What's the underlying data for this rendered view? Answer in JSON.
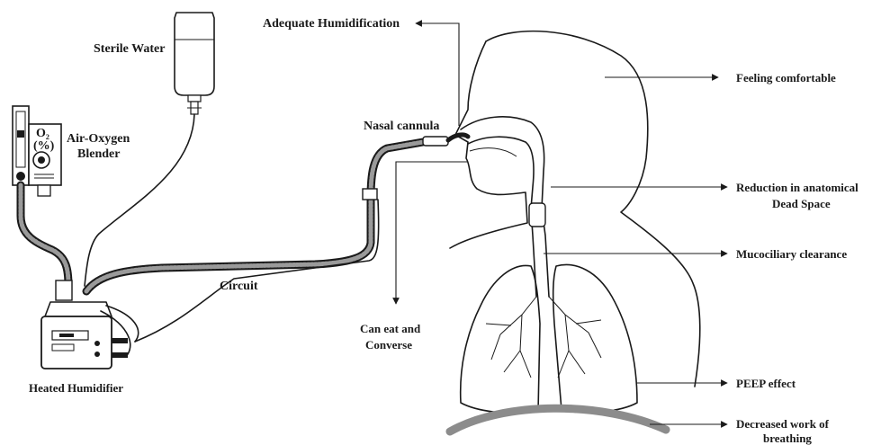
{
  "labels": {
    "sterile_water": "Sterile Water",
    "adequate_humidification": "Adequate Humidification",
    "feeling_comfortable": "Feeling comfortable",
    "nasal_cannula": "Nasal cannula",
    "air_oxygen_line1": "Air-Oxygen",
    "air_oxygen_line2": "Blender",
    "o2_symbol": "O",
    "o2_subscript": "2",
    "percent": "(%)",
    "reduction_line1": "Reduction in anatomical",
    "reduction_line2": "Dead Space",
    "mucociliary": "Mucociliary clearance",
    "circuit": "Circuit",
    "can_eat_line1": "Can eat and",
    "can_eat_line2": "Converse",
    "heated_humidifier": "Heated Humidifier",
    "peep": "PEEP effect",
    "decreased_line1": "Decreased work of",
    "decreased_line2": "breathing"
  },
  "colors": {
    "ink": "#1a1a1a",
    "diaphragm": "#8c8c8c",
    "tube_fill": "#9a9a9a"
  }
}
